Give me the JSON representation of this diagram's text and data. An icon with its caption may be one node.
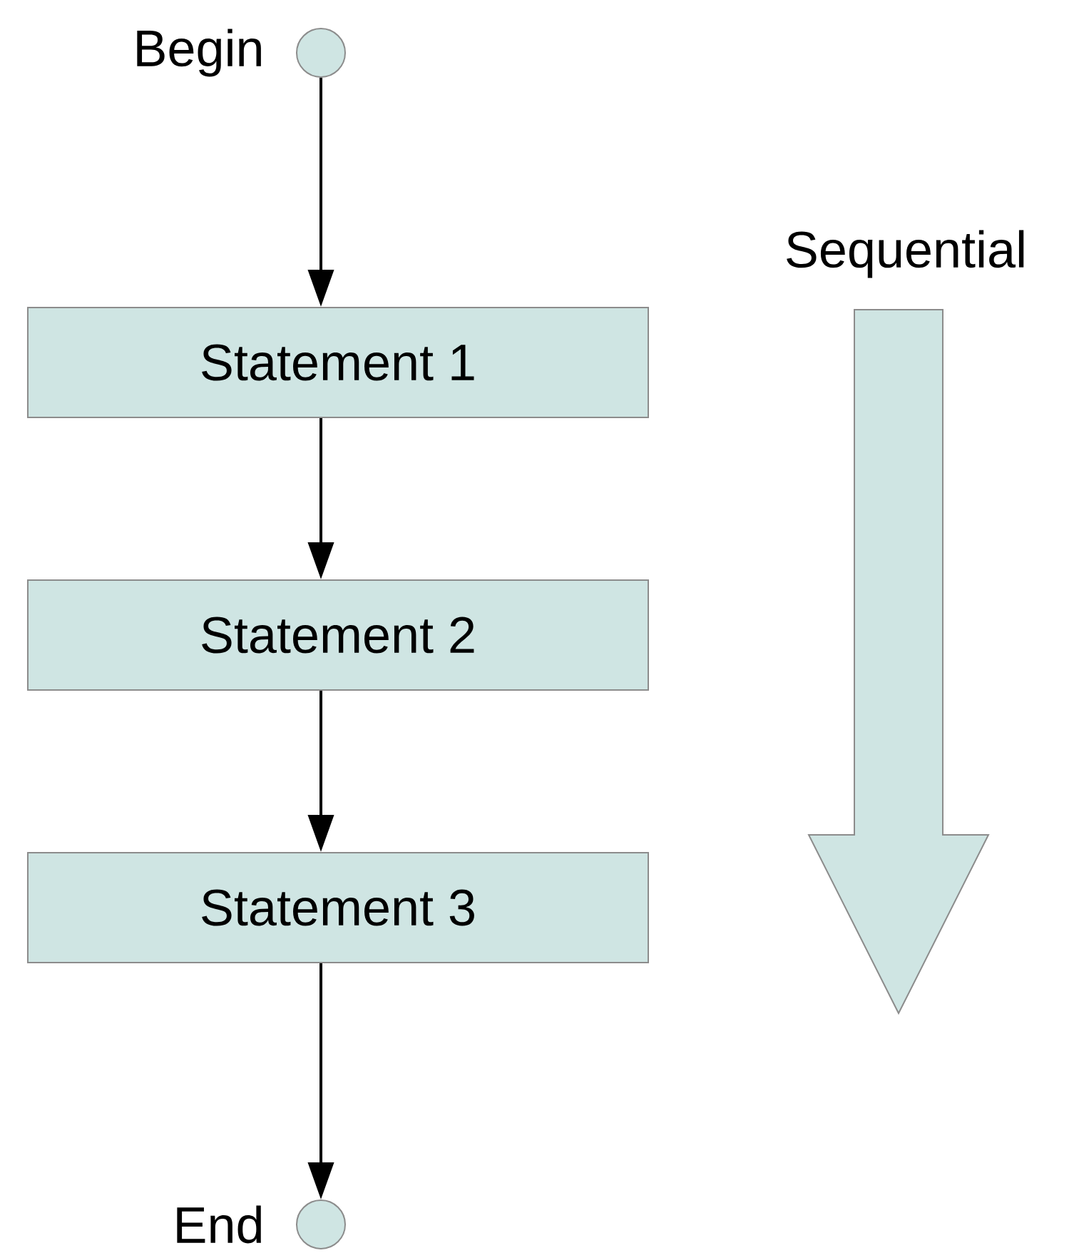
{
  "diagram": {
    "nodes": [
      {
        "text": [],
        "shape": "circle",
        "beside": [
          "Begin"
        ]
      },
      {
        "text": [
          "Statement 1"
        ]
      },
      {
        "text": [
          "Statement 2"
        ]
      },
      {
        "text": [
          "Statement 3"
        ]
      },
      {
        "text": [],
        "shape": "circle",
        "beside": [
          "End"
        ]
      }
    ],
    "edges": [
      {
        "from": 0,
        "to": 1,
        "arrow": "to"
      },
      {
        "from": 1,
        "to": 2,
        "arrow": "to"
      },
      {
        "from": 2,
        "to": 3,
        "arrow": "to"
      },
      {
        "from": 3,
        "to": 4,
        "arrow": "to"
      }
    ],
    "labels": [
      "Sequential"
    ]
  }
}
